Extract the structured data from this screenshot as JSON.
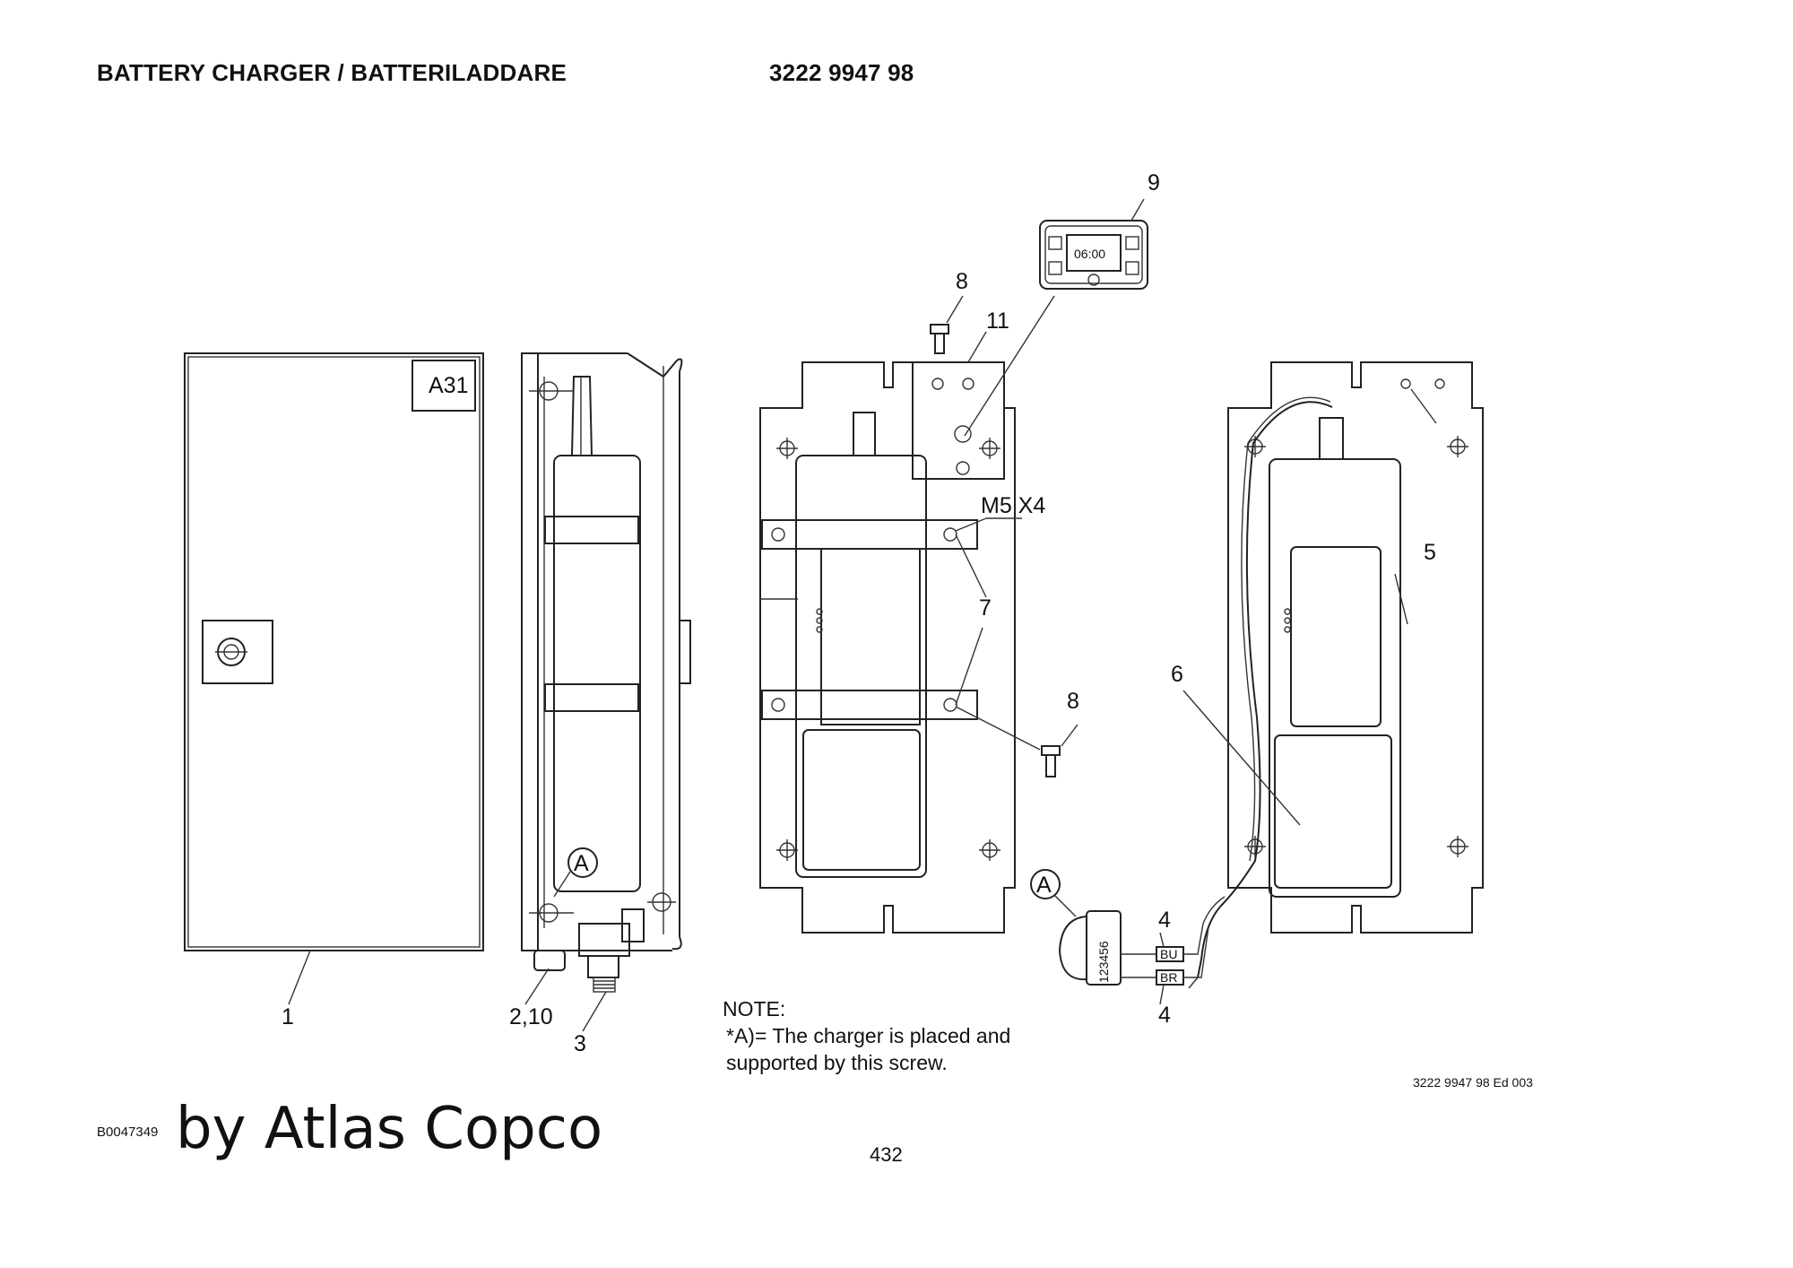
{
  "header": {
    "title": "BATTERY CHARGER / BATTERILADDARE",
    "part_number": "3222 9947 98"
  },
  "callouts": {
    "c1": "1",
    "c2_10": "2,10",
    "c3": "3",
    "c4a": "4",
    "c4b": "4",
    "c5": "5",
    "c6": "6",
    "c7": "7",
    "c8a": "8",
    "c8b": "8",
    "c9": "9",
    "c11": "11",
    "detail_a1": "A",
    "detail_a2": "A",
    "door_label": "A31",
    "screw_spec": "M5 X4",
    "wire_bu": "BU",
    "wire_br": "BR",
    "connector_pins": "123456",
    "display_time": "06:00"
  },
  "note": {
    "heading": "NOTE:",
    "line1": "*A)= The charger is placed and",
    "line2": "supported by this screw."
  },
  "footer": {
    "edition": "3222 9947 98 Ed 003",
    "drawing_id": "B0047349",
    "brand": "by Atlas Copco",
    "page": "432"
  }
}
